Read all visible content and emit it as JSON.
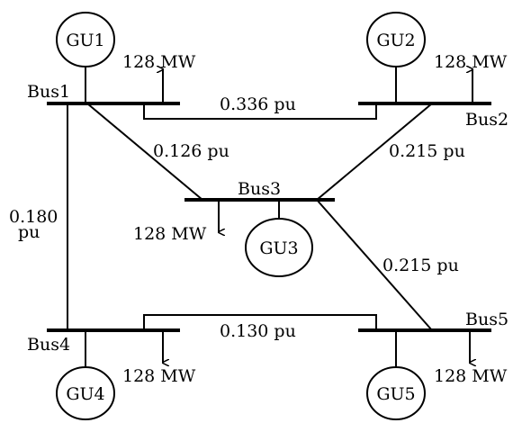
{
  "buses": {
    "bus1": "Bus1",
    "bus2": "Bus2",
    "bus3": "Bus3",
    "bus4": "Bus4",
    "bus5": "Bus5"
  },
  "generators": {
    "gu1": "GU1",
    "gu2": "GU2",
    "gu3": "GU3",
    "gu4": "GU4",
    "gu5": "GU5"
  },
  "loads": {
    "bus1": "128 MW",
    "bus2": "128 MW",
    "bus3": "128 MW",
    "bus4": "128 MW",
    "bus5": "128 MW"
  },
  "impedances": {
    "bus1_bus2": "0.336 pu",
    "bus1_bus3": "0.126 pu",
    "bus2_bus3": "0.215 pu",
    "bus1_bus4_line1": "0.180",
    "bus1_bus4_line2": "pu",
    "bus3_bus5": "0.215 pu",
    "bus4_bus5": "0.130 pu"
  }
}
